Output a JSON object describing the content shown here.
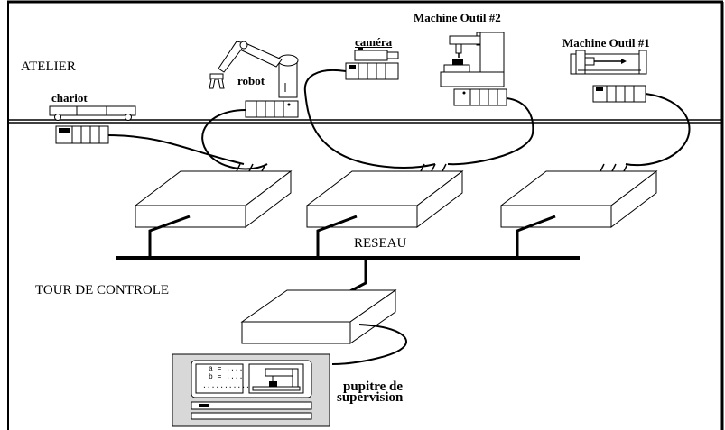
{
  "zones": {
    "atelier": "ATELIER",
    "reseau": "RESEAU",
    "tour": "TOUR DE CONTROLE"
  },
  "devices": {
    "chariot": "chariot",
    "robot": "robot",
    "camera": "caméra",
    "machine2": "Machine Outil #2",
    "machine1": "Machine Outil #1"
  },
  "pupitre": {
    "line1": "pupitre de",
    "line2": "supervision",
    "screen_a": "a = ....",
    "screen_b": "b = ....",
    "screen_dots": "..........."
  }
}
